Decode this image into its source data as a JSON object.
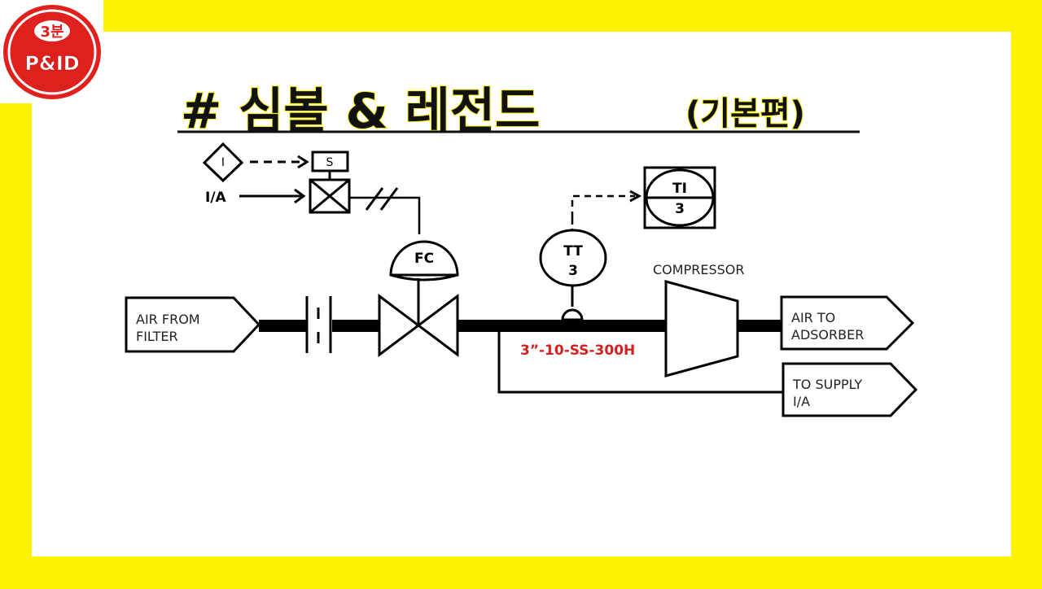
{
  "colors": {
    "background": "#fff200",
    "panel": "#ffffff",
    "logo_red": "#e0201c",
    "title_shadow": "#fff200",
    "line_spec": "#d42020",
    "stroke": "#000000"
  },
  "logo": {
    "top": "3분",
    "bottom": "P&ID"
  },
  "title": {
    "main": "# 심볼 & 레전드",
    "sub": "(기본편)"
  },
  "signals": {
    "interlock": "I",
    "solenoid": "S",
    "instrument_air": "I/A"
  },
  "instruments": {
    "flow_controller": "FC",
    "temp_transmitter_tag": "TT",
    "temp_transmitter_num": "3",
    "temp_indicator_tag": "TI",
    "temp_indicator_num": "3"
  },
  "equipment": {
    "compressor": "COMPRESSOR",
    "line_spec": "3”-10-SS-300H"
  },
  "offpage": {
    "inlet_line1": "AIR FROM",
    "inlet_line2": "FILTER",
    "outlet1_line1": "AIR TO",
    "outlet1_line2": "ADSORBER",
    "outlet2_line1": "TO SUPPLY",
    "outlet2_line2": "I/A"
  }
}
